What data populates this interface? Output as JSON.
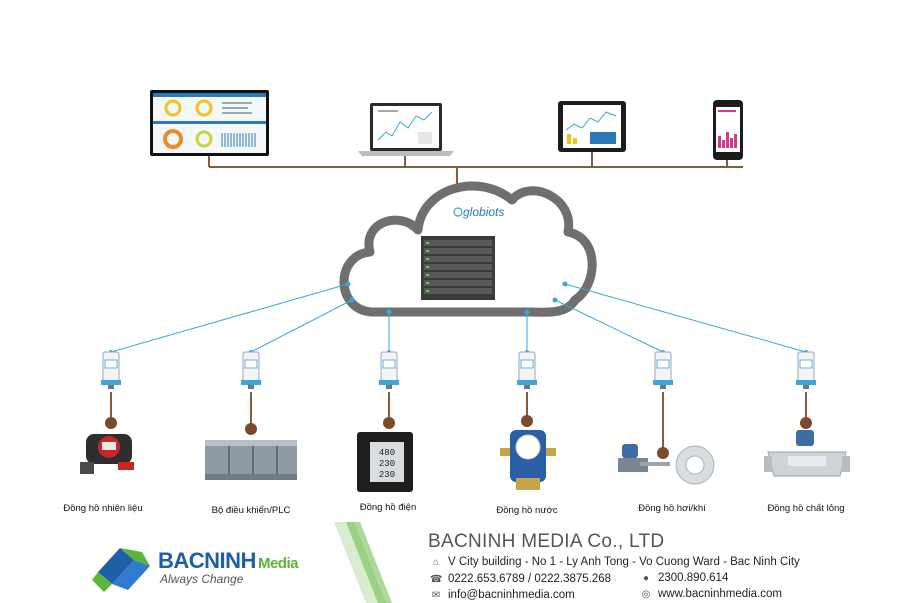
{
  "cloud": {
    "brand": "globiots"
  },
  "clients": [
    {
      "name": "dashboard-monitor"
    },
    {
      "name": "laptop"
    },
    {
      "name": "tablet"
    },
    {
      "name": "smartphone"
    }
  ],
  "devices": [
    {
      "label": "Đồng hồ nhiên liệu",
      "icon": "fuel-meter-icon"
    },
    {
      "label": "Bộ điều khiển/PLC",
      "icon": "plc-controller-icon"
    },
    {
      "label": "Đồng hồ điện",
      "icon": "power-meter-icon"
    },
    {
      "label": "Đồng hồ nước",
      "icon": "water-meter-icon"
    },
    {
      "label": "Đồng hồ hơi/khí",
      "icon": "gas-flow-meter-icon"
    },
    {
      "label": "Đồng hồ chất lỏng",
      "icon": "liquid-flow-meter-icon"
    }
  ],
  "footer": {
    "logo_main": "BACNINH",
    "logo_accent": "Media",
    "tagline": "Always Change",
    "company": "BACNINH MEDIA Co., LTD",
    "address": "V City building - No 1 - Ly Anh Tong - Vo Cuong Ward - Bac Ninh City",
    "phone": "0222.653.6789 / 0222.3875.268",
    "tax": "2300.890.614",
    "email": "info@bacninhmedia.com",
    "website": "www.bacninhmedia.com"
  },
  "colors": {
    "trunk": "#8a5a3b",
    "link": "#3aa6d9",
    "logo_blue": "#1f5fa8",
    "logo_green": "#5bb537"
  }
}
